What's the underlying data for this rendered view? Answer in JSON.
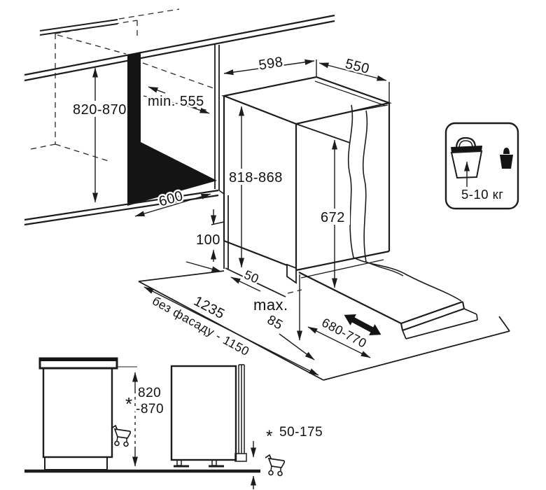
{
  "main_view": {
    "niche_height": "820-870",
    "niche_depth_min": "min. 555",
    "niche_width": "600",
    "top_width": "598",
    "top_depth": "550",
    "appliance_height": "818-868",
    "facade_height": "672",
    "plinth_height": "100",
    "gap": "50",
    "total_depth_open": "1235",
    "without_facade": "без фасаду - 1150",
    "max_prefix": "max.",
    "max_value": "85",
    "door_open_range": "680-770"
  },
  "weight_badge": {
    "range": "5-10 кг"
  },
  "side_view_left": {
    "star": "*",
    "height_line1": "820",
    "height_line2": "-870"
  },
  "side_view_right": {
    "star": "*",
    "plinth_range": "50-175"
  },
  "colors": {
    "ink": "#1c1c1c",
    "paper": "#ffffff"
  }
}
